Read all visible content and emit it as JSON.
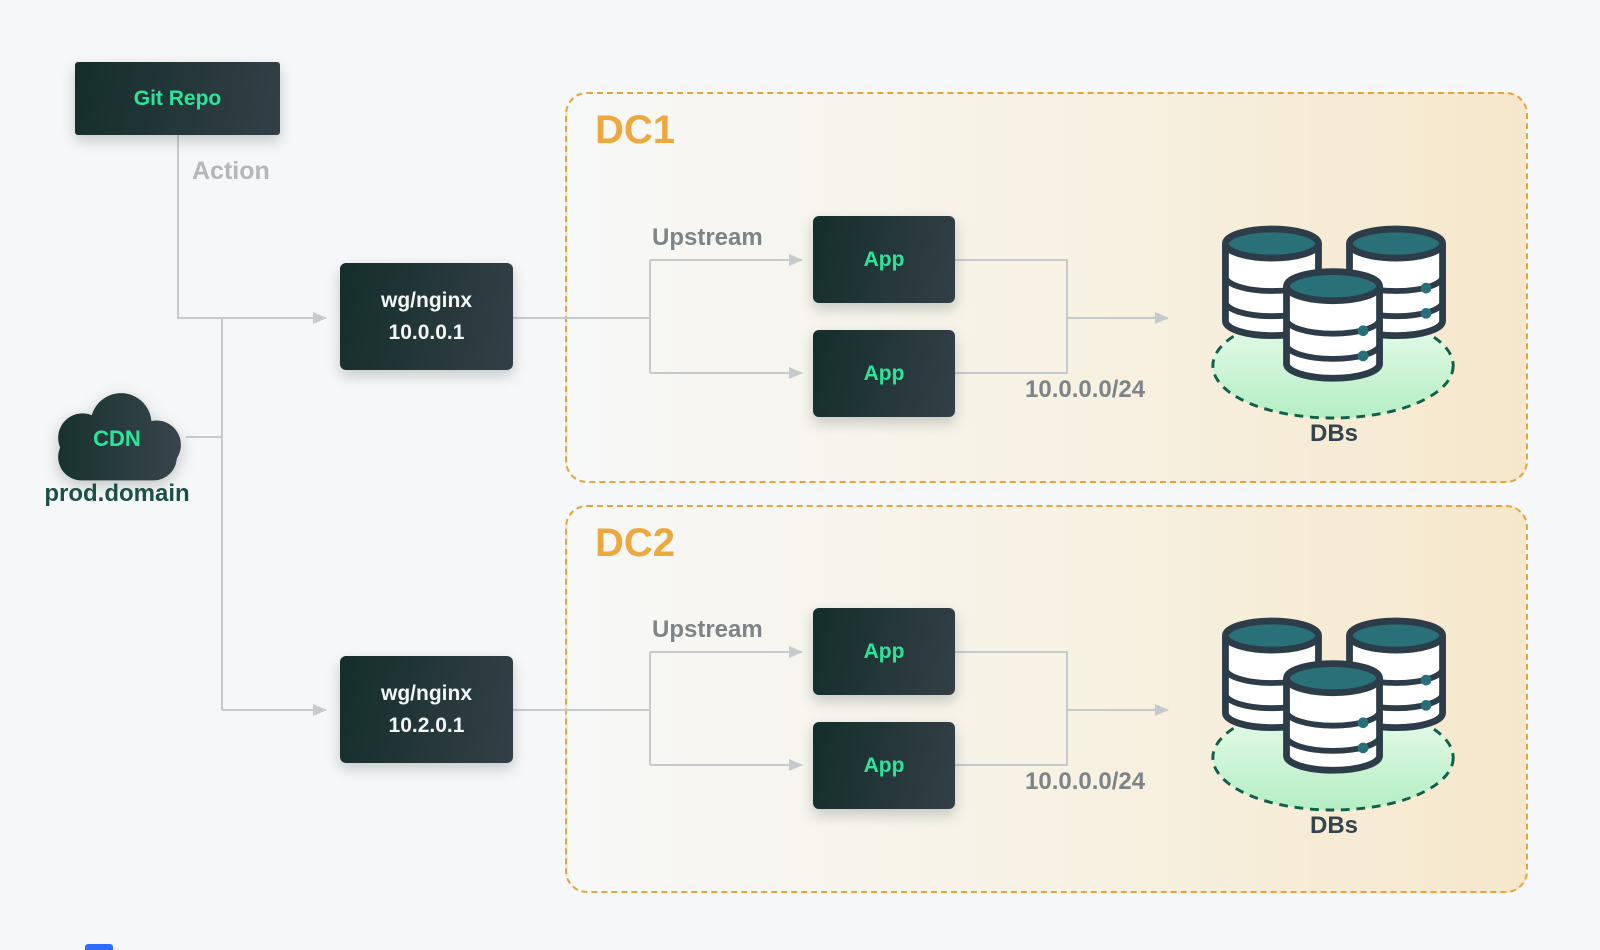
{
  "diagram": {
    "git_repo": {
      "label": "Git Repo"
    },
    "action_label": "Action",
    "cdn": {
      "label": "CDN",
      "caption": "prod.domain"
    },
    "nginx_dc1": {
      "name": "wg/nginx",
      "ip": "10.0.0.1"
    },
    "nginx_dc2": {
      "name": "wg/nginx",
      "ip": "10.2.0.1"
    },
    "dc1": {
      "title": "DC1",
      "upstream_label": "Upstream",
      "apps": [
        "App",
        "App"
      ],
      "subnet_label": "10.0.0.0/24",
      "db_label": "DBs"
    },
    "dc2": {
      "title": "DC2",
      "upstream_label": "Upstream",
      "apps": [
        "App",
        "App"
      ],
      "subnet_label": "10.0.0.0/24",
      "db_label": "DBs"
    },
    "colors": {
      "accent_green": "#2be59b",
      "node_gradient_start": "#142e2a",
      "node_gradient_end": "#343f47",
      "node_text_white": "#f4f6f6",
      "dc_border": "#e4a53d",
      "dc_title": "#eda940",
      "arrow": "#c6cacd",
      "label_gray": "#7d8386",
      "label_gray_light": "#b3b7b9",
      "teal_text": "#1d4f49",
      "db_label": "#36444d"
    }
  }
}
